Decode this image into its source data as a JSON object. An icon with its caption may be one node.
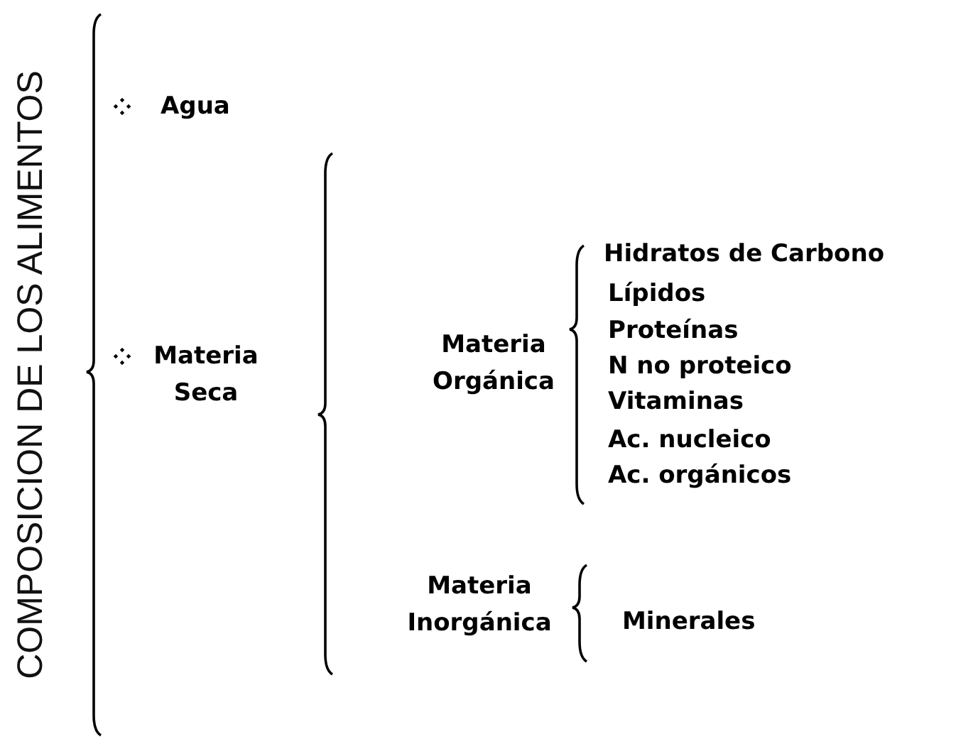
{
  "diagram": {
    "title": "COMPOSICION DE LOS ALIMENTOS",
    "labels": [
      "Agua",
      "Materia Seca",
      "Materia Orgánica",
      "Hidratos de Carbono",
      "Lípidos",
      "Proteínas",
      "N no proteico",
      "Vitaminas",
      "Ac. nucleico",
      "Ac. orgánicos",
      "Materia Inorgánica",
      "Minerales"
    ]
  }
}
